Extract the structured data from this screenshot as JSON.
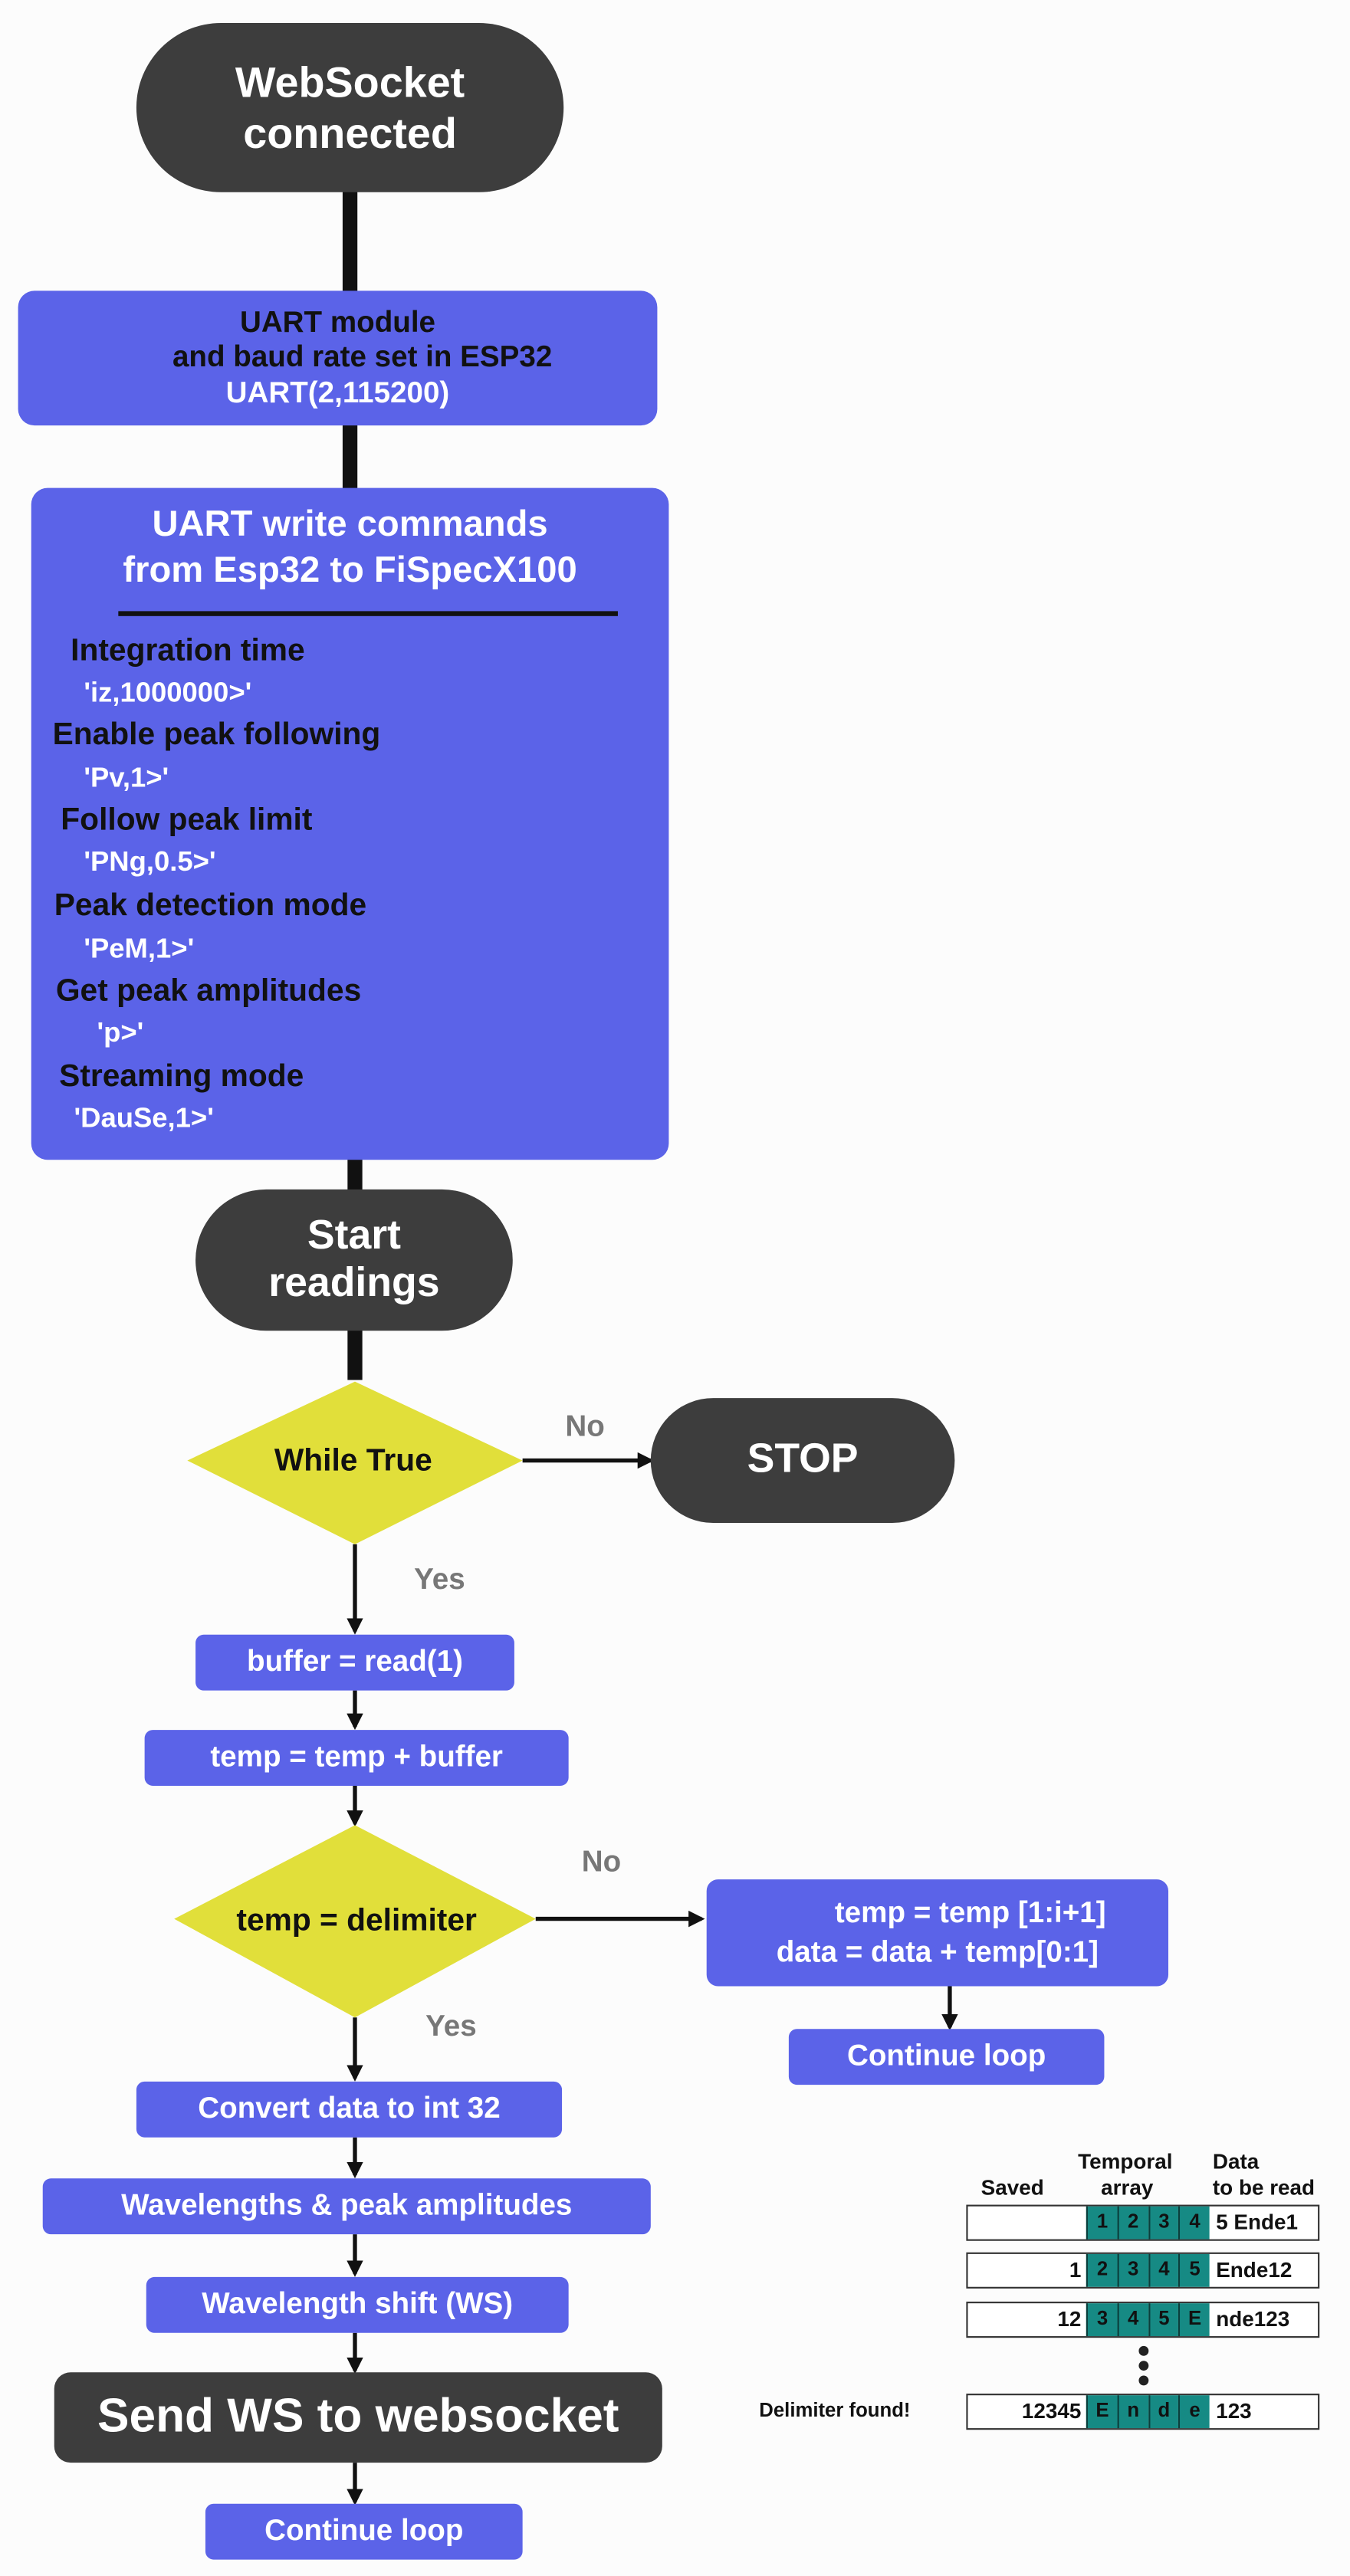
{
  "start_node": {
    "line1": "WebSocket",
    "line2": "connected"
  },
  "uart_setup": {
    "line1": "UART module",
    "line2": "and baud rate set in ESP32",
    "line3": "UART(2,115200)"
  },
  "commands_box": {
    "title_line1": "UART write commands",
    "title_line2": "from Esp32 to FiSpecX100",
    "items": [
      {
        "name": "Integration time",
        "code": "'iz,1000000>'"
      },
      {
        "name": "Enable peak following",
        "code": "'Pv,1>'"
      },
      {
        "name": "Follow peak limit",
        "code": "'PNg,0.5>'"
      },
      {
        "name": "Peak detection mode",
        "code": "'PeM,1>'"
      },
      {
        "name": "Get peak amplitudes",
        "code": "'p>'"
      },
      {
        "name": "Streaming mode",
        "code": "'DauSe,1>'"
      }
    ]
  },
  "start_readings": {
    "line1": "Start",
    "line2": "readings"
  },
  "while_decision": {
    "label": "While True",
    "no_label": "No",
    "yes_label": "Yes"
  },
  "stop_node": {
    "label": "STOP"
  },
  "steps": {
    "read_buffer": "buffer = read(1)",
    "append_temp": "temp = temp + buffer",
    "convert": "Convert data to int 32",
    "wavelengths": "Wavelengths & peak amplitudes",
    "shift": "Wavelength shift (WS)",
    "send": "Send WS to websocket",
    "continue_bottom": "Continue loop"
  },
  "delimiter_decision": {
    "label": "temp = delimiter",
    "no_label": "No",
    "yes_label": "Yes"
  },
  "no_branch": {
    "line1": "temp = temp [1:i+1]",
    "line2": "data = data + temp[0:1]",
    "continue": "Continue loop"
  },
  "array_illustration": {
    "header_saved": "Saved",
    "header_temporal_line1": "Temporal",
    "header_temporal_line2": "array",
    "header_read_line1": "Data",
    "header_read_line2": "to be read",
    "delimiter_found": "Delimiter found!",
    "rows": [
      {
        "saved": "",
        "temporal": [
          "1",
          "2",
          "3",
          "4"
        ],
        "to_read": "5 Ende1"
      },
      {
        "saved": "1",
        "temporal": [
          "2",
          "3",
          "4",
          "5"
        ],
        "to_read": "Ende12"
      },
      {
        "saved": "12",
        "temporal": [
          "3",
          "4",
          "5",
          "E"
        ],
        "to_read": "nde123"
      },
      {
        "saved": "12345",
        "temporal": [
          "E",
          "n",
          "d",
          "e"
        ],
        "to_read": "123"
      }
    ]
  }
}
